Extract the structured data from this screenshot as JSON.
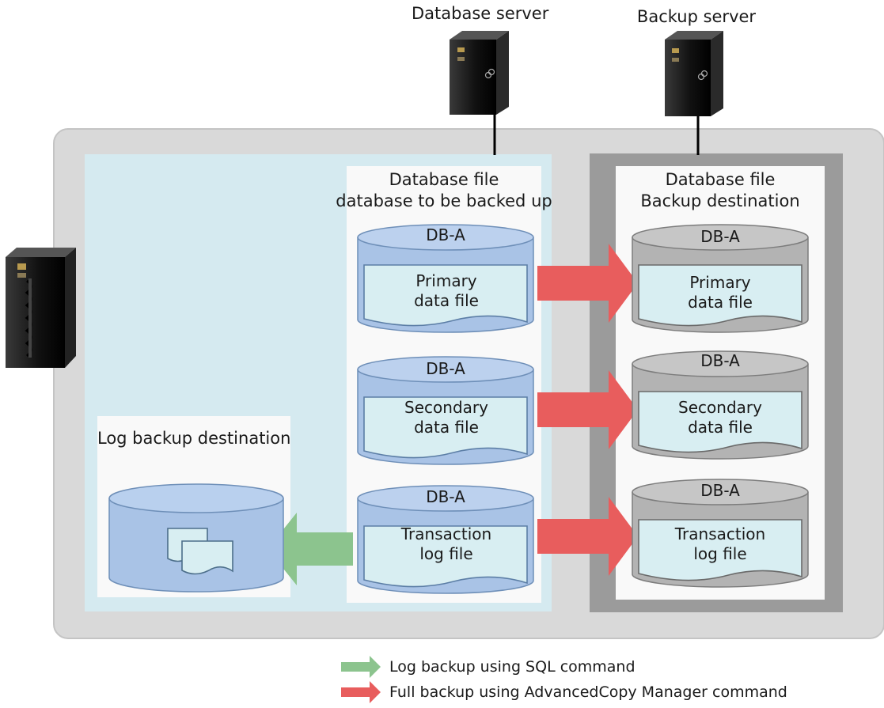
{
  "servers": {
    "database_server": "Database server",
    "backup_server": "Backup server"
  },
  "source_panel": {
    "title_line1": "Database file",
    "title_line2": "database to be backed up"
  },
  "dest_panel": {
    "title_line1": "Database file",
    "title_line2": "Backup destination"
  },
  "log_panel": {
    "title": "Log backup destination"
  },
  "source_dbs": [
    {
      "name": "DB-A",
      "file_line1": "Primary",
      "file_line2": "data file"
    },
    {
      "name": "DB-A",
      "file_line1": "Secondary",
      "file_line2": "data file"
    },
    {
      "name": "DB-A",
      "file_line1": "Transaction",
      "file_line2": "log file"
    }
  ],
  "dest_dbs": [
    {
      "name": "DB-A",
      "file_line1": "Primary",
      "file_line2": "data file"
    },
    {
      "name": "DB-A",
      "file_line1": "Secondary",
      "file_line2": "data file"
    },
    {
      "name": "DB-A",
      "file_line1": "Transaction",
      "file_line2": "log file"
    }
  ],
  "legend": {
    "log_backup": "Log backup using SQL command",
    "full_backup": "Full backup using AdvancedCopy Manager command"
  },
  "colors": {
    "storage_frame": "#d9d9d9",
    "source_area": "#d5eaf0",
    "dest_area": "#9b9b9b",
    "cylinder_blue": "#a9c3e6",
    "cylinder_gray": "#b3b3b3",
    "file_fill": "#d8eef2",
    "arrow_red": "#e85d5d",
    "arrow_green": "#8cc48e"
  }
}
